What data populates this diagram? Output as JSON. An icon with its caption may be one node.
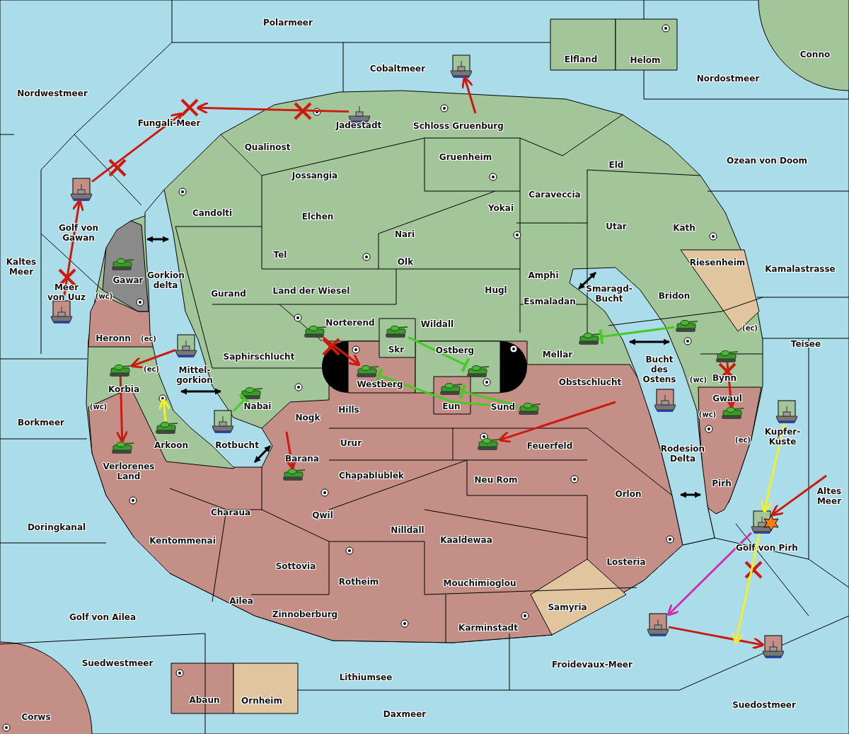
{
  "diagram": {
    "nodes": [
      {
        "text": [],
        "shape": "tank"
      },
      {
        "text": [],
        "shape": "tank"
      },
      {
        "text": [],
        "shape": "tank"
      },
      {
        "text": [],
        "shape": "tank"
      },
      {
        "text": [],
        "shape": "tank"
      },
      {
        "text": [],
        "shape": "tank"
      },
      {
        "text": [],
        "shape": "tank"
      },
      {
        "text": [],
        "shape": "tank"
      },
      {
        "text": [],
        "shape": "tank"
      },
      {
        "text": [],
        "shape": "tank"
      },
      {
        "text": [],
        "shape": "tank"
      },
      {
        "text": [],
        "shape": "tank"
      },
      {
        "text": [],
        "shape": "tank"
      },
      {
        "text": [],
        "shape": "tank"
      },
      {
        "text": [],
        "shape": "tank"
      },
      {
        "text": [],
        "shape": "tank"
      },
      {
        "text": [],
        "shape": "tank"
      },
      {
        "text": [],
        "shape": "ship"
      },
      {
        "text": [],
        "shape": "ship"
      },
      {
        "text": [],
        "shape": "ship"
      },
      {
        "text": [],
        "shape": "ship"
      },
      {
        "text": [],
        "shape": "ship"
      },
      {
        "text": [],
        "shape": "ship"
      },
      {
        "text": [],
        "shape": "ship"
      },
      {
        "text": [],
        "shape": "ship"
      },
      {
        "text": [],
        "shape": "ship"
      },
      {
        "text": [],
        "shape": "ship"
      },
      {
        "text": [],
        "shape": "ship"
      },
      {
        "text": [],
        "shape": "cross"
      }
    ],
    "edges": [
      {
        "from": 17,
        "to": 28,
        "arrow": "to"
      },
      {
        "from": 19,
        "to": 28,
        "arrow": "to"
      },
      {
        "from": 20,
        "to": 19,
        "arrow": "to"
      },
      {
        "from": null,
        "to": 18,
        "arrow": "to"
      },
      {
        "from": 21,
        "to": 7,
        "arrow": "to"
      },
      {
        "from": 7,
        "to": 9,
        "arrow": "to"
      },
      {
        "from": 1,
        "to": 3,
        "arrow": "to"
      },
      {
        "from": null,
        "to": 11,
        "arrow": "to"
      },
      {
        "from": null,
        "to": 12,
        "arrow": "to"
      },
      {
        "from": 15,
        "to": 16,
        "arrow": "to"
      },
      {
        "from": null,
        "to": 25,
        "arrow": "to"
      },
      {
        "from": 26,
        "to": 27,
        "arrow": "to"
      },
      {
        "from": 25,
        "to": 26,
        "arrow": "to",
        "color": "#cc33aa"
      },
      {
        "from": 8,
        "to": null,
        "arrow": "to",
        "color": "#f2ef2a"
      },
      {
        "from": 24,
        "to": 25,
        "arrow": "to",
        "color": "#f2ef2a"
      },
      {
        "from": 25,
        "to": null,
        "arrow": "to",
        "color": "#f2ef2a"
      },
      {
        "from": 2,
        "to": 4,
        "arrow": "other",
        "color": "#44cc22"
      },
      {
        "from": 6,
        "to": 3,
        "arrow": "other",
        "color": "#44cc22"
      },
      {
        "from": 6,
        "to": 5,
        "arrow": "other",
        "color": "#44cc22"
      },
      {
        "from": 22,
        "to": 10,
        "arrow": "other",
        "color": "#44cc22"
      },
      {
        "from": 14,
        "to": 13,
        "arrow": "other",
        "color": "#44cc22"
      }
    ],
    "labels": [
      "Polarmeer",
      "Elfland",
      "Helom",
      "Conno",
      "Cobaltmeer",
      "Nordostmeer",
      "Nordwestmeer",
      "Fungali-Meer",
      "Jadestadt",
      "Schloss Gruenburg",
      "Qualinost",
      "Gruenheim",
      "Ozean von Doom",
      "Eld",
      "Jossangia",
      "Caraveccia",
      "Yokai",
      "Candolti",
      "Elchen",
      "Utar",
      "Kath",
      "Golf von Gawan",
      "Nari",
      "Tel",
      "Olk",
      "Kaltes Meer",
      "Riesenheim",
      "Kamalastrasse",
      "Amphi",
      "Gawar",
      "Gorkion delta",
      "Meer von Uuz",
      "Land der Wiesel",
      "Hugl",
      "Gurand",
      "Smaragd-Bucht",
      "Bridon",
      "(wc)",
      "Esmaladan",
      "Norterend",
      "Wildall",
      "(ec)",
      "Heronn",
      "(ec)",
      "Teisee",
      "Skr",
      "Ostberg",
      "Mellar",
      "Saphirschlucht",
      "Bucht des Ostens",
      "Mittel-gorkion",
      "(ec)",
      "(wc)",
      "Bynn",
      "Westberg",
      "Obstschlucht",
      "Korbia",
      "Gwaul",
      "Nabai",
      "Eun",
      "Sund",
      "(wc)",
      "Hills",
      "(wc)",
      "Nogk",
      "Borkmeer",
      "Kupfer-Küste",
      "(ec)",
      "Urur",
      "Feuerfeld",
      "Arkoon",
      "Rotbucht",
      "Rodesion Delta",
      "Barana",
      "Verlorenes Land",
      "Chapablublek",
      "Neu Rom",
      "Pirh",
      "Altes Meer",
      "Orlon",
      "Charaua",
      "Qwil",
      "Doringkanal",
      "Nilldall",
      "Kentommenai",
      "Kaaldewaa",
      "Golf von Pirh",
      "Losteria",
      "Sottovia",
      "Rotheim",
      "Mouchimioglou",
      "Ailea",
      "Samyria",
      "Zinnoberburg",
      "Golf von Ailea",
      "Karminstadt",
      "Suedwestmeer",
      "Froidevaux-Meer",
      "Lithiumsee",
      "Abaun",
      "Ornheim",
      "Suedostmeer",
      "Daxmeer",
      "Corws"
    ]
  }
}
